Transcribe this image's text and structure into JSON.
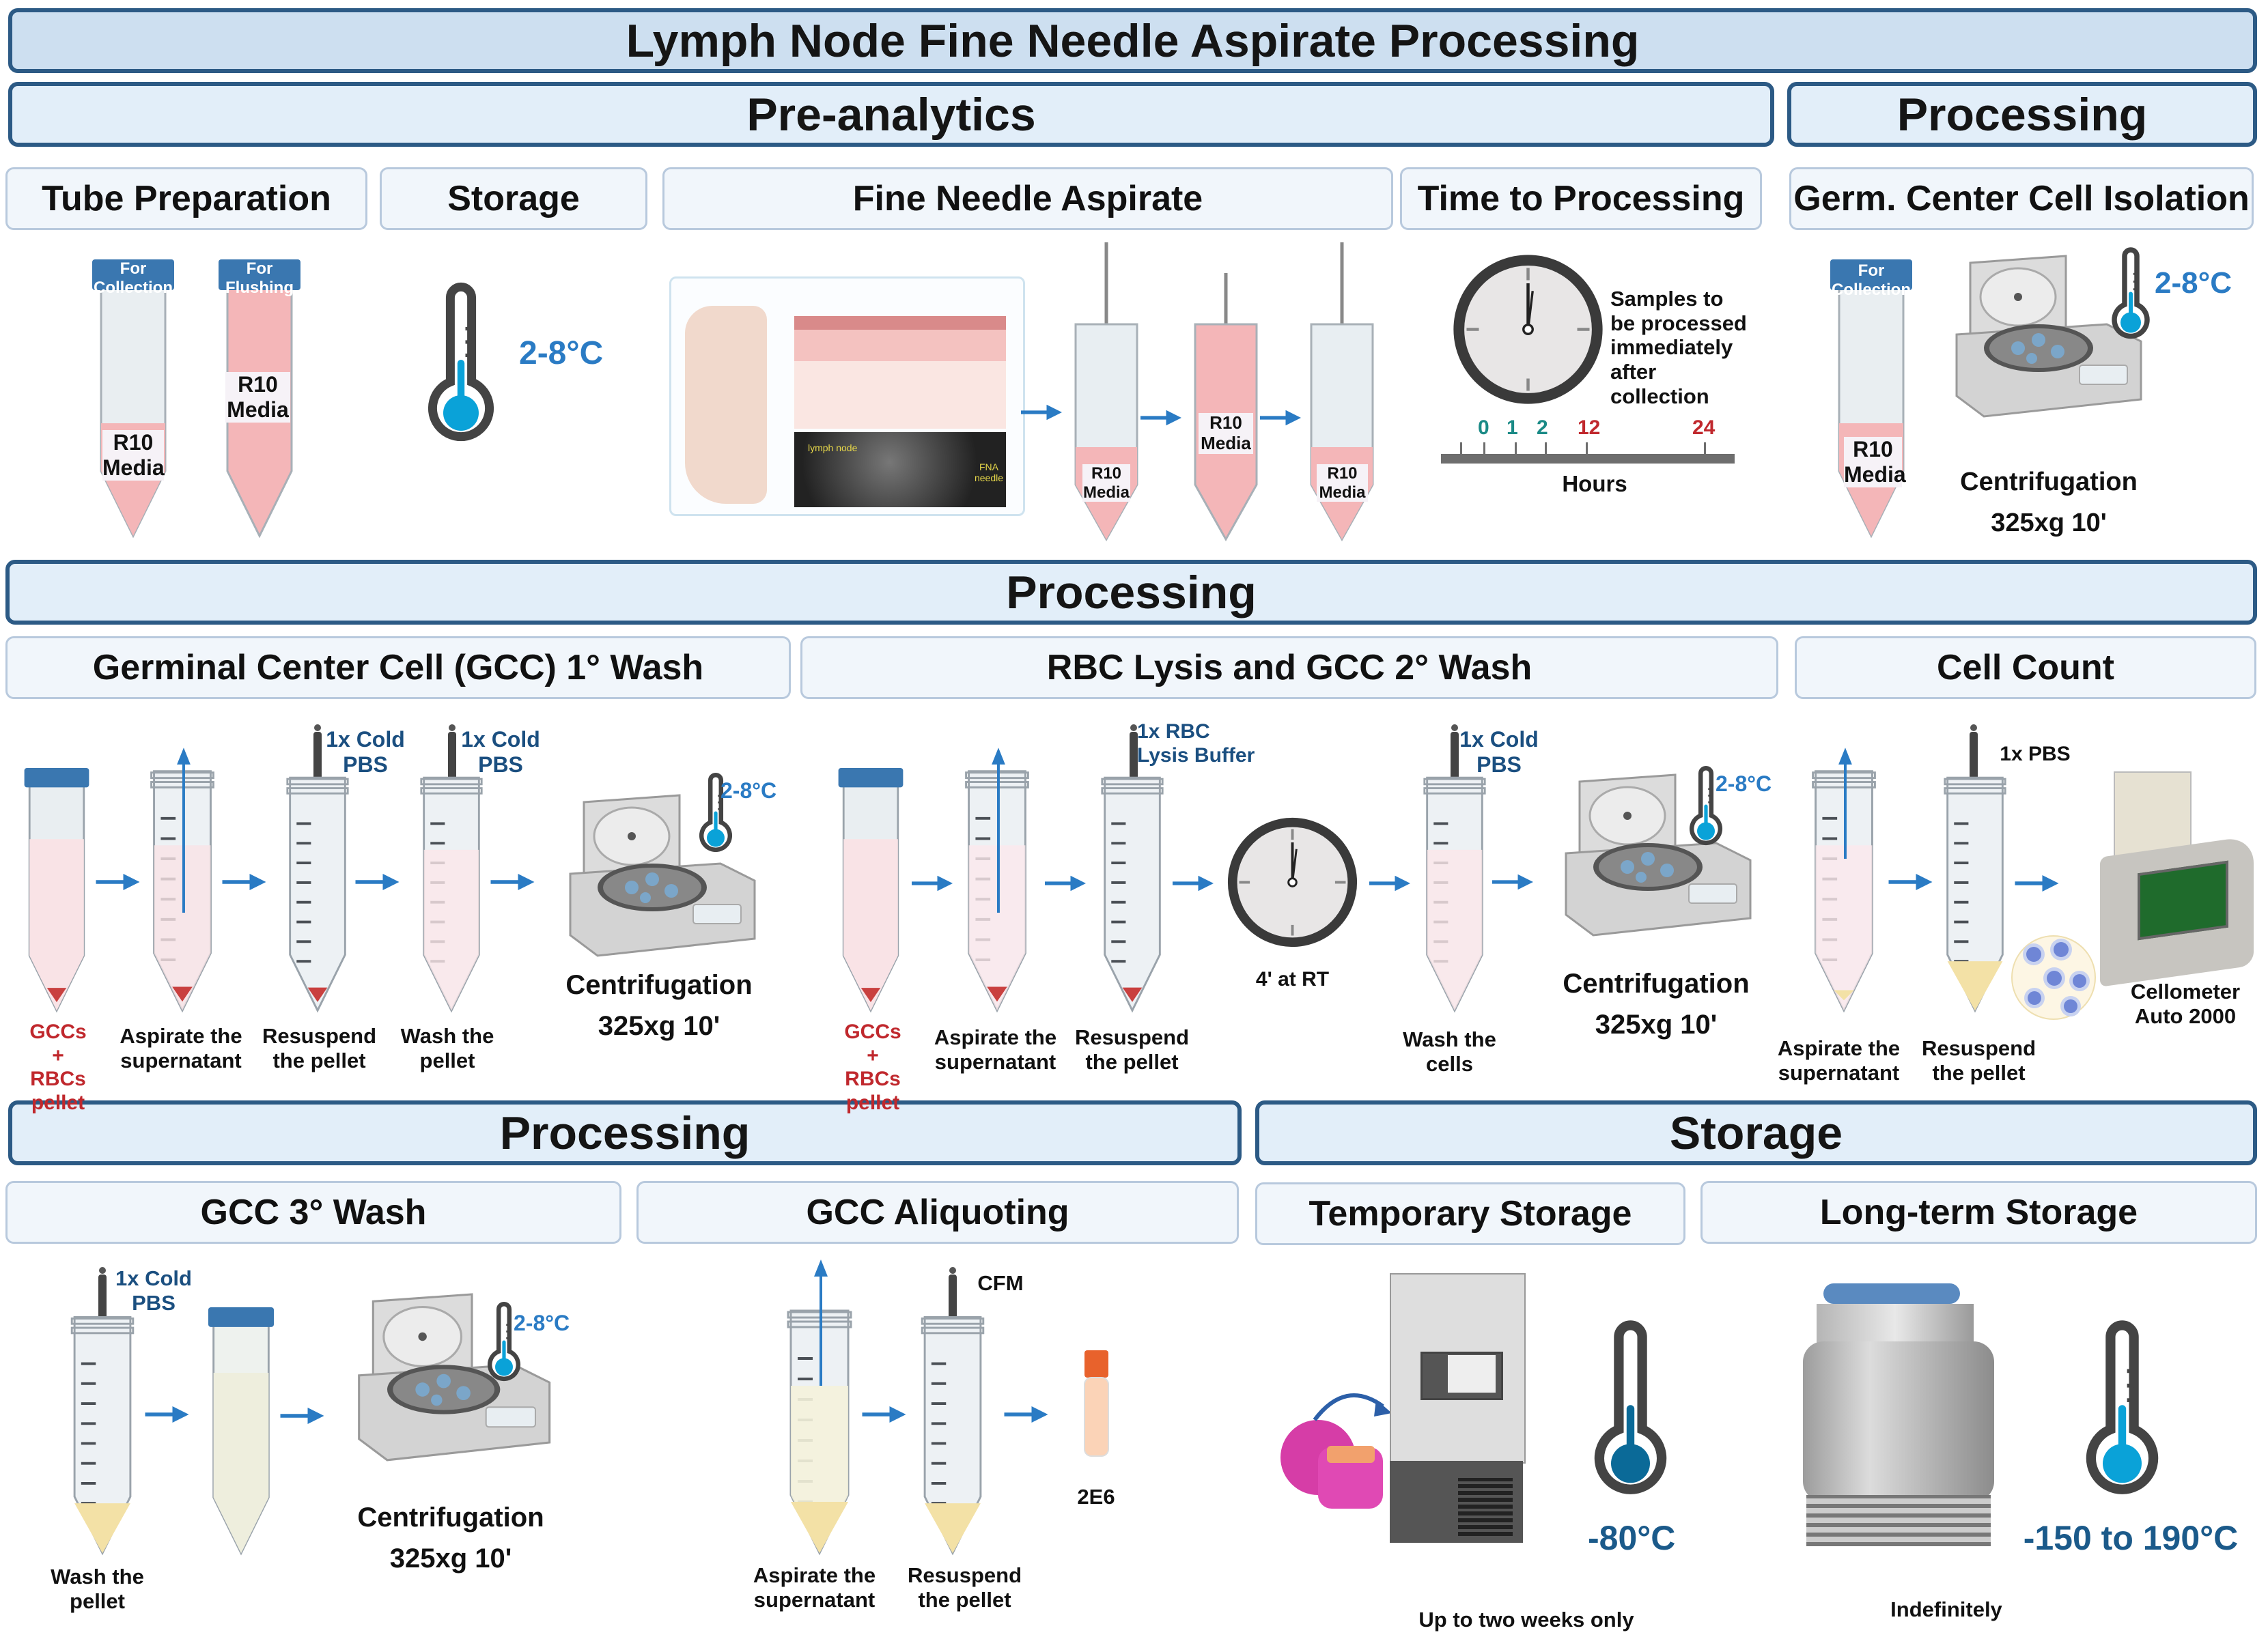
{
  "title": "Lymph Node Fine Needle Aspirate Processing",
  "sections": {
    "pre_analytics": "Pre-analytics",
    "processing_top": "Processing",
    "processing_mid": "Processing",
    "processing_bottom": "Processing",
    "storage": "Storage"
  },
  "subsections": {
    "tube_preparation": "Tube Preparation",
    "storage_pre": "Storage",
    "fine_needle_aspirate": "Fine Needle Aspirate",
    "time_to_processing": "Time to Processing",
    "gc_isolation": "Germ. Center Cell Isolation",
    "gcc_1_wash": "Germinal Center Cell (GCC) 1° Wash",
    "rbc_lysis": "RBC Lysis and GCC  2° Wash",
    "cell_count": "Cell Count",
    "gcc_3_wash": "GCC 3° Wash",
    "gcc_aliquoting": "GCC Aliquoting",
    "temporary_storage": "Temporary Storage",
    "long_term_storage": "Long-term Storage"
  },
  "tube_prep": {
    "collection_cap": "For Collection",
    "flushing_cap": "For Flushing",
    "media_label": "R10 Media"
  },
  "storage_pre": {
    "temperature": "2-8°C"
  },
  "fna": {
    "ultrasound_labels": [
      "lymph node",
      "FNA needle"
    ],
    "tube_label": "R10 Media"
  },
  "time_to_processing": {
    "note": "Samples to be processed immediately after collection",
    "axis_label": "Hours",
    "ticks": [
      {
        "label": "0",
        "status": "ok"
      },
      {
        "label": "1",
        "status": "ok"
      },
      {
        "label": "2",
        "status": "ok"
      },
      {
        "label": "12",
        "status": "late"
      },
      {
        "label": "24",
        "status": "late"
      }
    ],
    "colors": {
      "ok": "#1a8a86",
      "late": "#c0282d"
    }
  },
  "gc_isolation": {
    "cap": "For Collection",
    "media_label": "R10 Media",
    "temperature": "2-8°C",
    "step": "Centrifugation",
    "params": "325xg 10'"
  },
  "gcc_1_wash": {
    "steps": [
      "GCCs + RBCs pellet",
      "Aspirate the supernatant",
      "Resuspend the pellet",
      "Wash  the pellet"
    ],
    "reagents": [
      "1x Cold PBS",
      "1x Cold PBS"
    ],
    "temperature": "2-8°C",
    "centrifuge": "Centrifugation",
    "params": "325xg 10'"
  },
  "rbc_lysis": {
    "steps": [
      "GCCs + RBCs pellet",
      "Aspirate the supernatant",
      "Resuspend the pellet",
      "Wash the cells"
    ],
    "reagents": [
      "1x RBC Lysis Buffer",
      "1x Cold PBS"
    ],
    "incubation": "4' at RT",
    "temperature": "2-8°C",
    "centrifuge": "Centrifugation",
    "params": "325xg 10'"
  },
  "cell_count": {
    "steps": [
      "Aspirate the supernatant",
      "Resuspend the pellet"
    ],
    "reagent": "1x PBS",
    "instrument": "Cellometer Auto 2000"
  },
  "gcc_3_wash": {
    "reagent": "1x Cold PBS",
    "step": "Wash the pellet",
    "temperature": "2-8°C",
    "centrifuge": "Centrifugation",
    "params": "325xg 10'"
  },
  "gcc_aliquoting": {
    "steps": [
      "Aspirate the supernatant",
      "Resuspend the pellet"
    ],
    "reagent": "CFM",
    "aliquot": "2E6"
  },
  "temporary_storage": {
    "temperature": "-80°C",
    "duration": "Up to two weeks only"
  },
  "long_term_storage": {
    "temperature": "-150 to 190°C",
    "duration": "Indefinitely"
  },
  "colors": {
    "band_border": "#2c5a85",
    "band_fill": "#e2eef9",
    "accent_blue": "#2a7bc4",
    "navy_text": "#1b4f80",
    "red_text": "#c0282d",
    "media_pink": "#f4b6b8",
    "pellet_red": "#c9403f",
    "resuspended_yellow": "#f3e1a6"
  }
}
